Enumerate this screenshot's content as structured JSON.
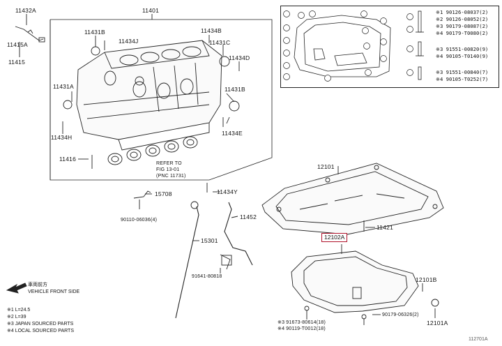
{
  "parts": {
    "p11432A": "11432A",
    "p11401": "11401",
    "p11415A": "11415A",
    "p11415": "11415",
    "p11431B_top": "11431B",
    "p11434J": "11434J",
    "p11434B_top": "11434B",
    "p11431C": "11431C",
    "p11434D": "11434D",
    "p11431A": "11431A",
    "p11431B_mid": "11431B",
    "p11434H": "11434H",
    "p11434E": "11434E",
    "p11416": "11416",
    "refer_line1": "REFER TO",
    "refer_line2": "FIG 13-01",
    "refer_line3": "(PNC 11731)",
    "p15708": "15708",
    "p11434Y": "11434Y",
    "p90110": "90110-06036(4)",
    "p11452": "11452",
    "p15301": "15301",
    "p91641": "91641-80818",
    "p12101": "12101",
    "p11421": "11421",
    "p12102A": "12102A",
    "p12101B": "12101B",
    "p90179_06326": "90179-06326(2)",
    "p12101A": "12101A",
    "p91673": "※3 91673-80614(18)",
    "p90119": "※4 90119-T0012(18)"
  },
  "inset": {
    "rows": [
      "※1 90126-08037(2)",
      "※2 90126-08052(2)",
      "※3 90179-08087(2)",
      "※4 90179-T0080(2)",
      "※3 91551-00820(9)",
      "※4 90105-T0140(9)",
      "※3 91551-00840(7)",
      "※4 90105-T0252(7)"
    ]
  },
  "legend": {
    "front_jp": "車両前方",
    "front_en": "VEHICLE FRONT SIDE",
    "n1": "※1 L=24.5",
    "n2": "※2 L=39",
    "n3": "※3 JAPAN SOURCED PARTS",
    "n4": "※4 LOCAL SOURCED PARTS"
  },
  "fig_id": "112701A"
}
